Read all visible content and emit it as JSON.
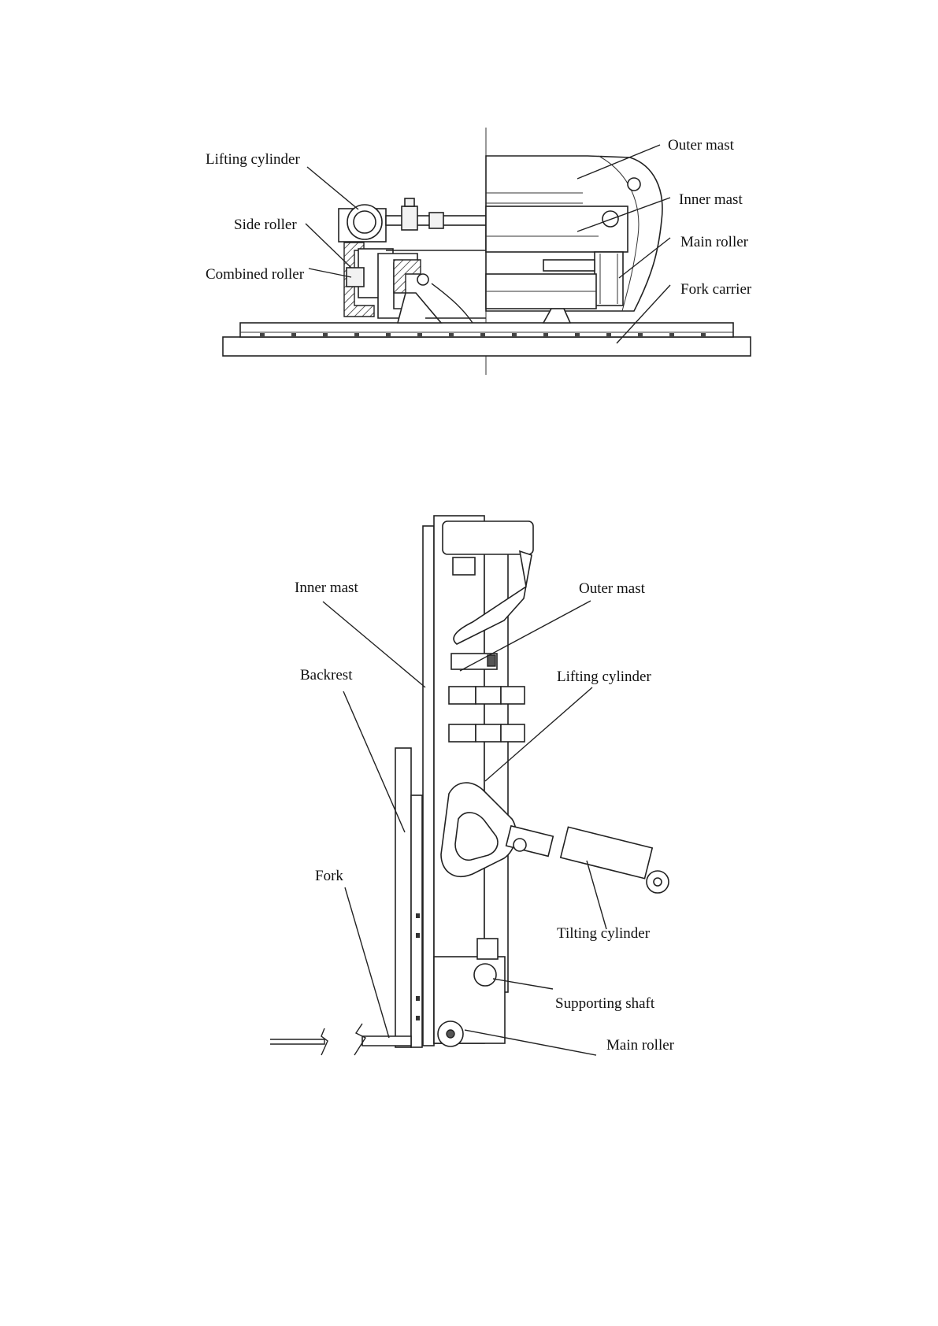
{
  "top_view": {
    "labels": {
      "lifting_cylinder": "Lifting cylinder",
      "side_roller": "Side roller",
      "combined_roller": "Combined roller",
      "outer_mast": "Outer mast",
      "inner_mast": "Inner mast",
      "main_roller": "Main roller",
      "fork_carrier": "Fork carrier"
    }
  },
  "side_view": {
    "labels": {
      "inner_mast": "Inner mast",
      "outer_mast": "Outer mast",
      "backrest": "Backrest",
      "lifting_cylinder": "Lifting cylinder",
      "fork": "Fork",
      "tilting_cylinder": "Tilting cylinder",
      "supporting_shaft": "Supporting shaft",
      "main_roller": "Main roller"
    }
  },
  "colors": {
    "line": "#222222",
    "background": "#ffffff"
  }
}
